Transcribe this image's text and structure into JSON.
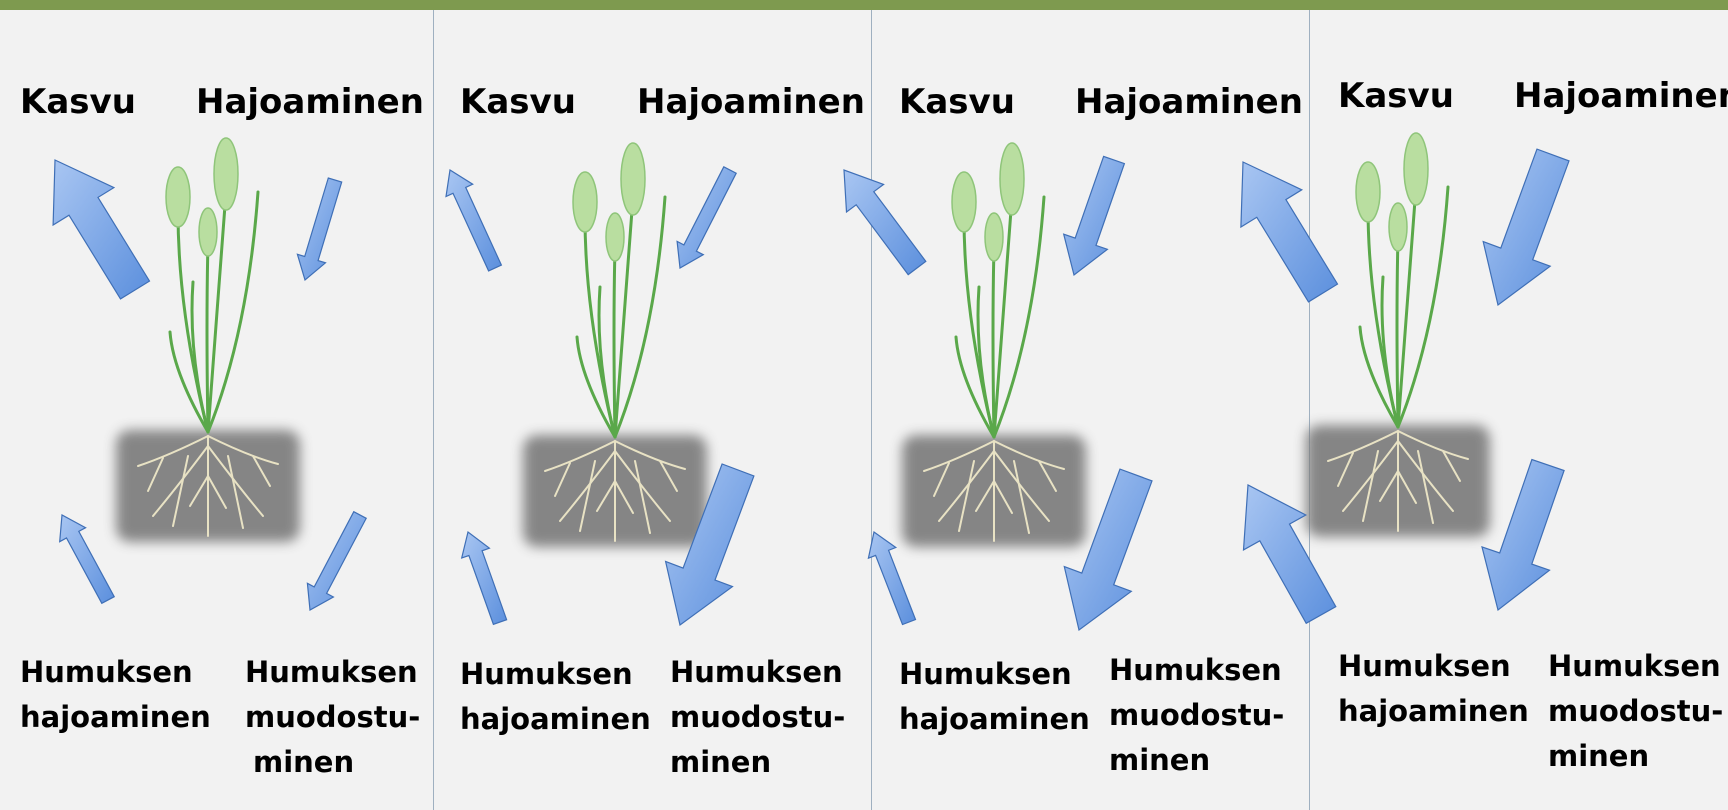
{
  "colors": {
    "top_bar": "#7e9a4f",
    "background": "#f2f2f2",
    "arrow_fill": "#5b8fdd",
    "grass": "#5aa84a",
    "soil": "#7a7a7a"
  },
  "panels": [
    {
      "growth": "Kasvu",
      "decomposition": "Hajoaminen",
      "humus_breakdown": [
        "Humuksen",
        "hajoaminen"
      ],
      "humus_formation": [
        "Humuksen",
        "muodostu-",
        "minen"
      ],
      "arrow_sizes": {
        "growth": "large",
        "decomposition": "small",
        "humus_breakdown": "small",
        "humus_formation": "small"
      }
    },
    {
      "growth": "Kasvu",
      "decomposition": "Hajoaminen",
      "humus_breakdown": [
        "Humuksen",
        "hajoaminen"
      ],
      "humus_formation": [
        "Humuksen",
        "muodostu-",
        "minen"
      ],
      "arrow_sizes": {
        "growth": "small",
        "decomposition": "small",
        "humus_breakdown": "small",
        "humus_formation": "large"
      }
    },
    {
      "growth": "Kasvu",
      "decomposition": "Hajoaminen",
      "humus_breakdown": [
        "Humuksen",
        "hajoaminen"
      ],
      "humus_formation": [
        "Humuksen",
        "muodostu-",
        "minen"
      ],
      "arrow_sizes": {
        "growth": "medium",
        "decomposition": "medium",
        "humus_breakdown": "small",
        "humus_formation": "large"
      }
    },
    {
      "growth": "Kasvu",
      "decomposition": "Hajoaminen",
      "humus_breakdown": [
        "Humuksen",
        "hajoaminen"
      ],
      "humus_formation": [
        "Humuksen",
        "muodostu-",
        "minen"
      ],
      "arrow_sizes": {
        "growth": "large",
        "decomposition": "large",
        "humus_breakdown": "large",
        "humus_formation": "large"
      }
    }
  ]
}
